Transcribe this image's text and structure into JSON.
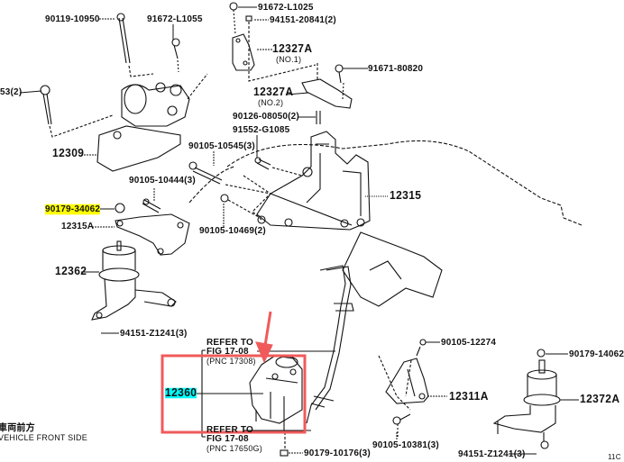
{
  "diagram": {
    "type": "exploded parts diagram",
    "subject": "engine mounting",
    "highlight_colors": {
      "search_highlight": "#ffff00",
      "selected_part": "#00ffff",
      "annotation": "#f05a5a"
    },
    "parts": {
      "p1": "90119-10950",
      "p2": "91672-L1055",
      "p3": "91672-L1025",
      "p4": "94151-20841(2)",
      "p5": "12327A",
      "p5_note": "(NO.1)",
      "p6": "91671-80820",
      "p7": "12327A",
      "p7_note": "(NO.2)",
      "p8": "90126-08050(2)",
      "p9": "91552-G1085",
      "p10": "90105-10545(3)",
      "p11": "12315",
      "p12": "53(2)",
      "p13": "12309",
      "p14": "90105-10444(3)",
      "p15": "90179-34062",
      "p16": "12315A",
      "p17": "90105-10469(2)",
      "p18": "12362",
      "p19": "94151-Z1241(3)",
      "p20": "12360",
      "p21": "90105-12274",
      "p22": "12311A",
      "p23": "90105-10381(3)",
      "p24": "90179-10176(3)",
      "p25": "90179-14062",
      "p26": "12372A",
      "p27": "94151-Z1241(3)",
      "p28": "11C"
    },
    "refs": [
      {
        "line1": "REFER TO",
        "line2": "FIG 17-08",
        "line3": "(PNC 17308)"
      },
      {
        "line1": "REFER TO",
        "line2": "FIG 17-08",
        "line3": "(PNC 17650G)"
      }
    ],
    "direction": {
      "jp": "車両前方",
      "en": "VEHICLE FRONT SIDE"
    }
  }
}
